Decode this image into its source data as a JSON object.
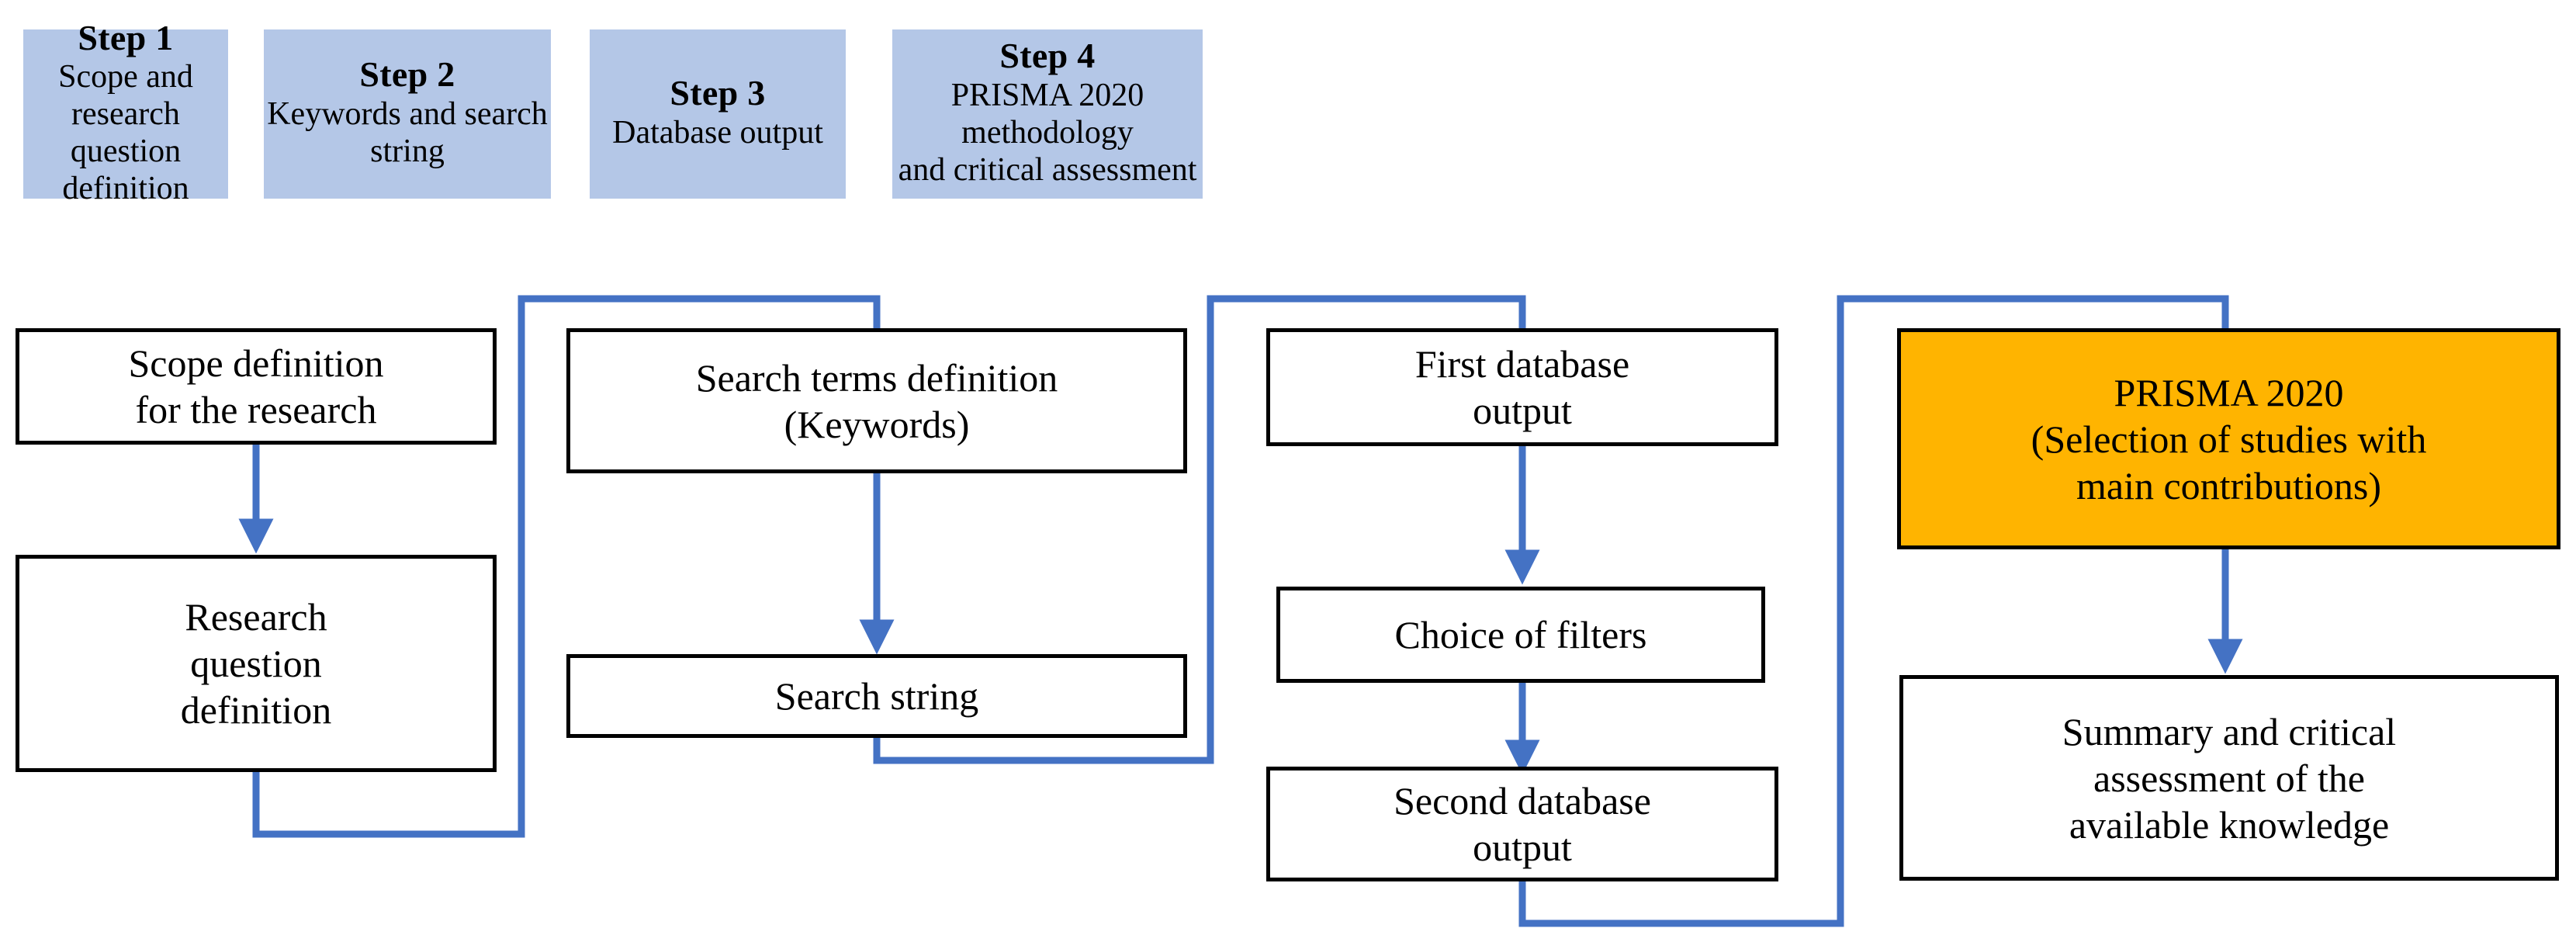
{
  "diagram": {
    "title": "Literature review methodology flowchart",
    "colors": {
      "header_fill": "#B4C7E7",
      "connector": "#4472C4",
      "node_border": "#000000",
      "node_fill": "#FFFFFF",
      "highlight_fill": "#FFB400"
    }
  },
  "steps": [
    {
      "title": "Step 1",
      "subtitle": "Scope and research question definition",
      "nodes": [
        {
          "label": "Scope definition for the research",
          "highlight": false
        },
        {
          "label": "Research question definition",
          "highlight": false
        }
      ]
    },
    {
      "title": "Step 2",
      "subtitle": "Keywords and search string",
      "nodes": [
        {
          "label": "Search terms definition (Keywords)",
          "highlight": false
        },
        {
          "label": "Search string",
          "highlight": false
        }
      ]
    },
    {
      "title": "Step 3",
      "subtitle": "Database output",
      "nodes": [
        {
          "label": "First database output",
          "highlight": false
        },
        {
          "label": "Choice of filters",
          "highlight": false
        },
        {
          "label": "Second database output",
          "highlight": false
        }
      ]
    },
    {
      "title": "Step 4",
      "subtitle": "PRISMA 2020 methodology and critical assessment",
      "nodes": [
        {
          "label": "PRISMA 2020 (Selection of studies with main contributions)",
          "highlight": true
        },
        {
          "label": "Summary and critical assessment of the available knowledge",
          "highlight": false
        }
      ]
    }
  ],
  "node_text": {
    "s1n1_l1": "Scope definition",
    "s1n1_l2": "for the research",
    "s1n2_l1": "Research",
    "s1n2_l2": "question",
    "s1n2_l3": "definition",
    "s2n1_l1": "Search terms definition",
    "s2n1_l2": "(Keywords)",
    "s2n2_l1": "Search string",
    "s3n1_l1": "First database",
    "s3n1_l2": "output",
    "s3n2_l1": "Choice of filters",
    "s3n3_l1": "Second database",
    "s3n3_l2": "output",
    "s4n1_l1": "PRISMA 2020",
    "s4n1_l2": "(Selection of studies with",
    "s4n1_l3": "main contributions)",
    "s4n2_l1": "Summary and critical",
    "s4n2_l2": "assessment of the",
    "s4n2_l3": "available knowledge"
  },
  "headers": {
    "h1_title": "Step 1",
    "h1_sub_l1": "Scope and research",
    "h1_sub_l2": "question definition",
    "h2_title": "Step 2",
    "h2_sub_l1": "Keywords  and search string",
    "h3_title": "Step 3",
    "h3_sub_l1": "Database output",
    "h4_title": "Step 4",
    "h4_sub_l1": "PRISMA 2020 methodology",
    "h4_sub_l2": "and critical assessment"
  }
}
